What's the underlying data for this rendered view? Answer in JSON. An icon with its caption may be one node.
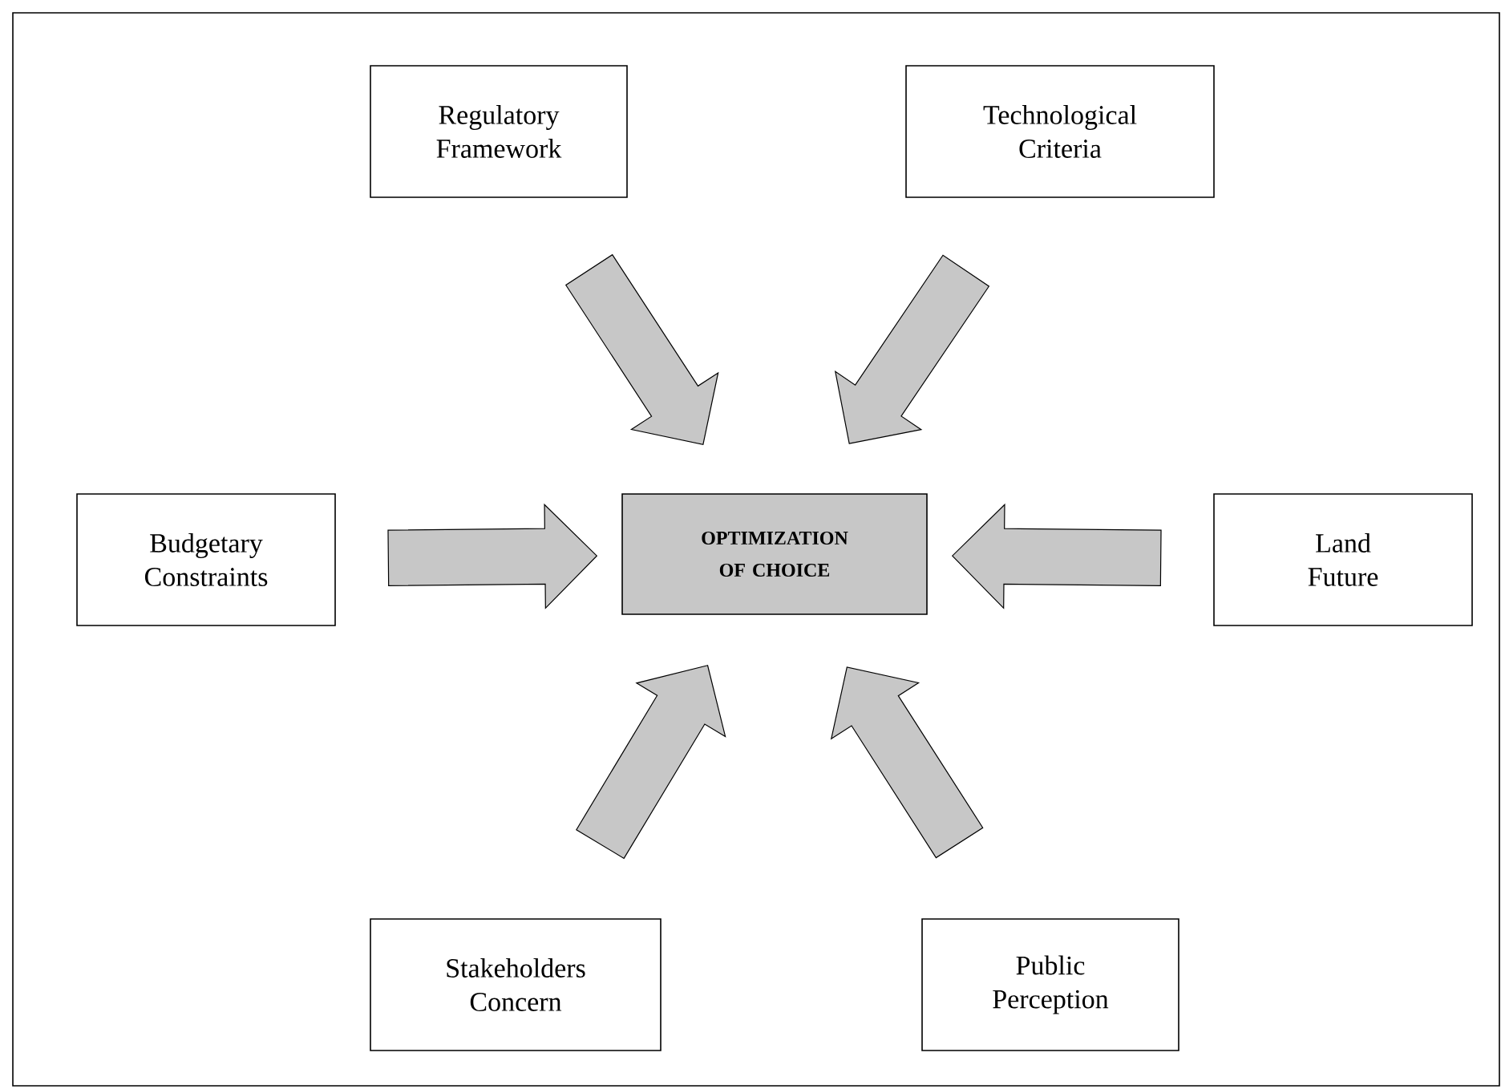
{
  "diagram": {
    "nodes": [
      {
        "text": [
          "Regulatory Framework"
        ]
      },
      {
        "text": [
          "Technological Criteria"
        ]
      },
      {
        "text": [
          "Budgetary Constraints"
        ]
      },
      {
        "text": [
          "OPTIMIZATION OF CHOICE"
        ]
      },
      {
        "text": [
          "Land Future"
        ]
      },
      {
        "text": [
          "Stakeholders Concern"
        ]
      },
      {
        "text": [
          "Public Perception"
        ]
      }
    ],
    "edges": [
      {
        "from": 0,
        "to": 3,
        "arrow": "to"
      },
      {
        "from": 1,
        "to": 3,
        "arrow": "to"
      },
      {
        "from": 2,
        "to": 3,
        "arrow": "to"
      },
      {
        "from": 4,
        "to": 3,
        "arrow": "to"
      },
      {
        "from": 5,
        "to": 3,
        "arrow": "to"
      },
      {
        "from": 6,
        "to": 3,
        "arrow": "to"
      }
    ]
  }
}
